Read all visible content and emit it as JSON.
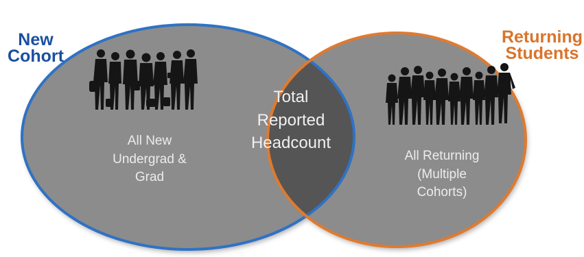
{
  "diagram": {
    "type": "venn",
    "colors": {
      "left_outline": "#2f72c4",
      "right_outline": "#e07a2e",
      "fill": "#8c8c8c",
      "overlap_fill": "#555555",
      "left_title": "#1a4fa0",
      "right_title": "#d9742a",
      "silhouette": "#151515"
    },
    "left_set": {
      "title": [
        "New",
        "Cohort"
      ],
      "text": [
        "All New",
        "Undergrad &",
        "Grad"
      ],
      "icon": "student-group-silhouette-icon"
    },
    "right_set": {
      "title": [
        "Returning",
        "Students"
      ],
      "text": [
        "All Returning",
        "(Multiple",
        "Cohorts)"
      ],
      "icon": "people-crowd-silhouette-icon"
    },
    "intersection": {
      "text": [
        "Total",
        "Reported",
        "Headcount"
      ]
    }
  }
}
